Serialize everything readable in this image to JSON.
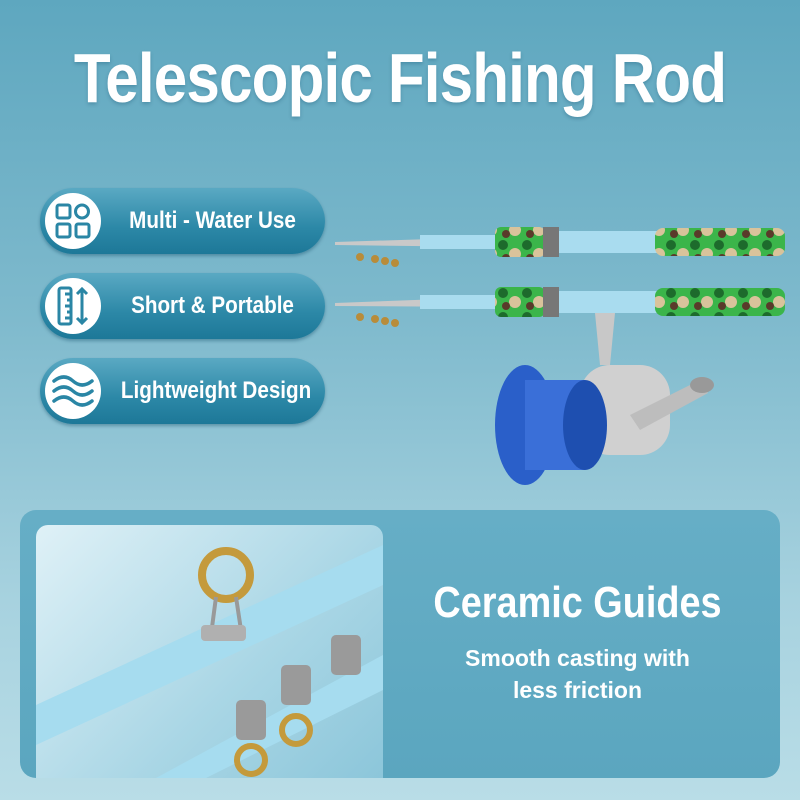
{
  "title": "Telescopic Fishing Rod",
  "features": [
    {
      "label": "Multi - Water Use",
      "icon": "grid-shapes-icon"
    },
    {
      "label": "Short & Portable",
      "icon": "ruler-length-icon"
    },
    {
      "label": "Lightweight Design",
      "icon": "waves-icon"
    }
  ],
  "detail": {
    "title": "Ceramic Guides",
    "subtitle_line1": "Smooth casting with",
    "subtitle_line2": "less friction"
  },
  "colors": {
    "pill": "#2c88a7",
    "rod_blank": "#a9dcef",
    "camo_green": "#3bb54a",
    "panel": "#5fa9c3"
  }
}
